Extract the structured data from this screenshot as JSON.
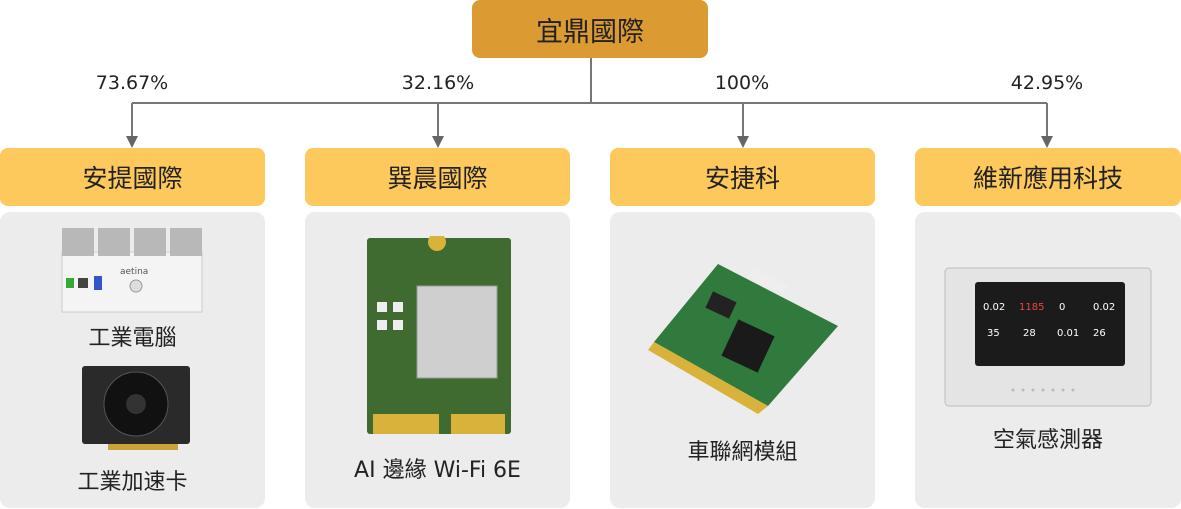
{
  "parent": {
    "name": "宜鼎國際"
  },
  "subsidiaries": [
    {
      "name": "安提國際",
      "share": "73.67%",
      "products": [
        "工業電腦",
        "工業加速卡"
      ]
    },
    {
      "name": "巽晨國際",
      "share": "32.16%",
      "products": [
        "AI 邊緣 Wi-Fi 6E"
      ]
    },
    {
      "name": "安捷科",
      "share": "100%",
      "products": [
        "車聯網模組"
      ]
    },
    {
      "name": "維新應用科技",
      "share": "42.95%",
      "products": [
        "空氣感測器"
      ]
    }
  ],
  "colors": {
    "parent": "#dc9a32",
    "child": "#fdc85c",
    "panel": "#ececec",
    "line": "#777777"
  }
}
